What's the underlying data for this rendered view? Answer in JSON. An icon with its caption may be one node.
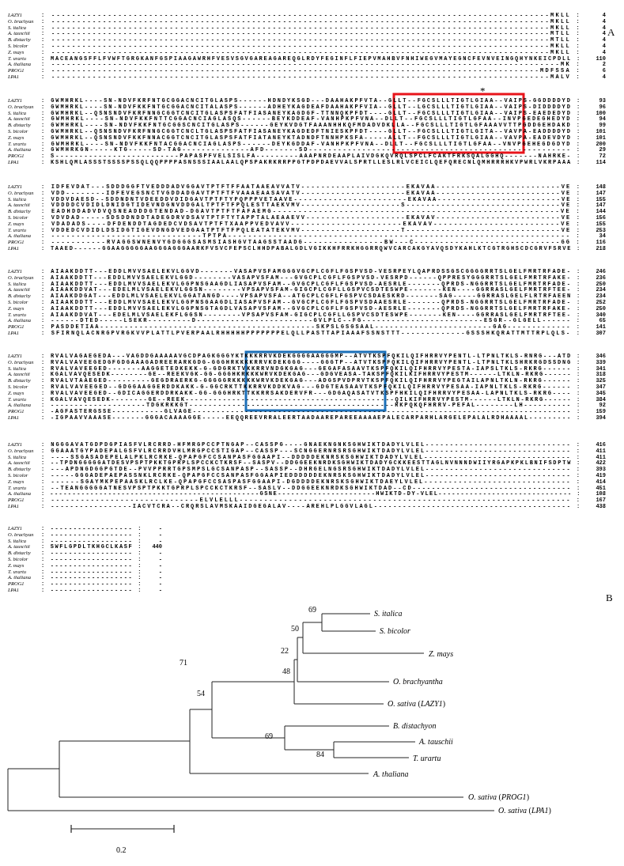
{
  "diagram": {
    "labels": [
      "A",
      "LAZY1",
      ": -------------------------------------------------------------------------------------------------MKLL :",
      "4",
      "O. brachyan",
      ": -------------------------------------------------------------------------------------------------MKLL :",
      "4",
      "S. italica",
      ": -------------------------------------------------------------------------------------------------MKLL :",
      "4",
      "A. tauschii",
      ": -------------------------------------------------------------------------------------------------MTLL :",
      "4",
      "B. distachy",
      ": -------------------------------------------------------------------------------------------------MTLL :",
      "4",
      "S. bicolor",
      ": -------------------------------------------------------------------------------------------------MKLL :",
      "4",
      "Z. mays",
      ": -------------------------------------------------------------------------------------------------MKLL :",
      "4",
      "T. urartu",
      ": MACEANGSFFLFVWFTGRGKANFGSPIAAGAWRHFVESVSGVGAREAGAREQGLRDYFEGINFLFIEPVMAHBVFNHIWEGVMAYEGNCFEVNVEINGQHYNKEICPDLL :",
      "110",
      "A. thaliana",
      ": ---------------------------------------------------------------------------------------------------MK :",
      "2",
      "PROG1",
      ": -----------------------------------------------------------------------------------------------MDFSSA :",
      "6",
      "LPA1",
      ": -------------------------------------------------------------------------------------------------MALV :",
      "4",
      "*",
      "LAZY1",
      ": GWMHRKL----SN-NDVFKRFNTGCGGACNCITGLASPS------HDNDYKSGD---DAAHAKPFVTA--GLLT--FGCSLLLTIGTLGIAA--VAIPS-GGDDDDYD :",
      "93",
      "O. brachyan",
      ": GWMHRKL----SN-NDVFKKFNTGCGGACNCITALASPS------ADHEYKAGDEAFDAAHAKPFVIA--GLLT--LGCSLLLTIGTLGIAA--VAIPS-DIDDDDYD :",
      "96",
      "S. italica",
      ": GWMHRKL--QSNSNDVFKRFNNGCGGTCNCITGLASPSFATFIASANEYKAGDGF-TTNNQKPFDT----GLLT--FGCSLLLTIGTLGIAA--VAIPS-EAEDEDYD :",
      "100",
      "A. tauschii",
      ": GWMHRKL----SN-NDVFKKFNTTCGGACNCIAGLASQS------BEYKDDEAF-VANHPKPFVNA--DLLT--FGCSLLLTIGTLGFAA--INVPGEDEGHEDYD :",
      "94",
      "B. distachy",
      ": GWMHRKL----SN-NDVFKKFNTGCGGSCNCITGLASPS------GEYKVDGTFAAANHHKQFMDADVDKLLA--FGCSLLLTIGTLGFAAAVVTTPGDDGEHDAKD :",
      "99",
      "S. bicolor",
      ": GWMHRKL--QSNSNDVFKRFNNGCGGTCNCLTGLASPSFATFIASANEYKAGDEDFTNIESKPFDT----GLLT--FGCSLLLTIGTLGITA--VAVPA-EADDDDYD :",
      "101",
      "Z. mays",
      ": GWMHRKL--QSNSNDVFKKFNNACGGTCNCITGLASPSFATFIATANEYKTADNDFTNNHPKSFA-----ALLT--FGCSLLLTIGTLGIAA--VAVPA-EADEVDYD :",
      "101",
      "T. urartu",
      ": GWMHRKL----SN-NDVFKKFNTACGGACNCIAGLASPS------DEYKGDDAF-VANHPKPFVNA--DLLT--FGCSLLLTIGTLGFAA--VNVPGEHEGDGDYD :",
      "200",
      "A. thaliana",
      ": GWMHRKGN-----KTG-----SD-TAG--------------AFD-------SD------------------------------------------------------ :",
      "29",
      "PROG1",
      ": S--------------------------PAPASPFVELSISLFA---------AAAPNRDEAAPLAIVDGKQVRQLSPCLFCAKTFRKSQALGGHQ-------NAHRKE- :",
      "72",
      "LPA1",
      ": KSHLQMLASSSTSSSSPSSQLQQPPPPASNSSSIAALAALQPSPAKRKRRPPGTPDPDAEVVALSPRTLLESLRLVCEICLQEFQRECNLQMHRRRHKVPWRLVKRPAAA :",
      "114",
      "LAZY1",
      ": IDFEVDAT---SDDDGGFTVEDDDADVGGAVTPTFTFFAATAAEAVVATV---------------------EKAVAA-------------------------VE :",
      "148",
      "O. brachyan",
      ": VDD--------IDFEVEGSNCTVGDDADGAVTPTFTFVAAAEAASAVATV---------------------EKAVAA-------------------------VE :",
      "147",
      "S. italica",
      ": VDDVDAESD--SDDNDNTVDEEDDVDIDGAVTPTFTYPQPPPVETAAVE-----------------------EKAVAA-------------------------VE :",
      "155",
      "A. tauschii",
      ": VDDDDCVDIDLDNIDGTIDEVNDGNVDDGALTPTFTFPQLESTTAEKVMV--------------------S-------------------------------VE :",
      "147",
      "B. distachy",
      ": EADHDDADVDVQSNEADDDGTENDAD-DGAVTPTFTFAFAEMG--------------------------------------------------------VE :",
      "144",
      "S. bicolor",
      ": VDVDAD-----SDSDDNDDTADEGDRVDSAVTPTFTYTAPPTALAEAAEVV--------------------EKAVAV-------------------------VE :",
      "156",
      "Z. mays",
      ": VDADADS----DFDENDDTAGDEDCVDSAVTPTFTXAAPPVEDVAVV----------------------EKAVAV-------------------------VE :",
      "155",
      "T. urartu",
      ": VDDEDCVDIDLDSIDGTIGEVDNGDVEDGAATPTFTFPQLEATATEKVMV--------------------T-------------------------------VE :",
      "253",
      "A. thaliana",
      ": ------------------------------TPTPA-------------------------------------------------------------------- :",
      "34",
      "PROG1",
      ": -----------RVAGGSWNENVYGDGGGSASMSIASHGVTAAGSSTAADG----------------BW---C-----------------------------GG :",
      "116",
      "LPA1",
      ": TAAED------GGAAGGGGGAAGGGAGGGAARKFVSVCFEPSCLHHDPABALGDLVGIKKHFRRKHGGRRQWVCARCAKGYAVQSDYKAHLKTCGTRGHSCDCGRVFSRVE :",
      "218",
      "LAZY1",
      ": AIAAKDDTT---EDDLMVVSAELEKVLGGVD-------VASAPVSFAMGGGVGCPLCGFLFGSPVSD-VESRPEYLQAPRDSSGSCGGGGRRTSLGELFMRTRFADE- :",
      "246",
      "O. brachyan",
      ": AIAAKDDTT---EDDLMVVSAELEKVLGGD--------VASAPVSFAM---GVGCPLCGFLFGSPVSD-VESRPD------QPPRESYGGGRRTSLGELFMRTRFAKE- :",
      "236",
      "S. italica",
      ": AIAAKDDTT---EDDLMVVSAELEKVLGGPNSGAAGDLIASAPVSFAM--GVGCPLCGFLFGSPVSD-AESRLE-------QPRDS-NGGRRTSLGELFMRTRFADE- :",
      "250",
      "A. tauschii",
      ": AIAAKDDVAT---EDELMLVSAELEKVLGGSN--------VPSAPVSFAM-GIGCPLCGFLLGSPVCSDTESWPE-------KEN----GGRRASLGELFMRTRFTEE- :",
      "234",
      "B. distachy",
      ": AIAAKDDGAT---EDDLMLVSAELEKVLGGATANGD----VPSAPVSFA--ATGCPLCGFLFGSPVCSDAESKRD-------SAG-----GGRRASLGELFLRTRFAEEN :",
      "234",
      "S. bicolor",
      ": AIAAKDDTT---EDDLMVVSAELEKVLGGPNSGAAGDLIASAPVSFAM--GVGCPLCGFLFGSPVSDAAESRLE-------QPRDS-NGGRRTSLGELFMRTRFADE- :",
      "252",
      "Z. mays",
      ": AIAAKDDTT---EDDLMVVSAELEKVLGGPNSGTAGDLVASAPVSFAM--GVGCPLCGFLFGSPVSD-AESRLE-------QPRDS-NGGRRTSLGELFMRTRFAKE- :",
      "250",
      "T. urartu",
      ": AIAAKDDVAT---EDELMLVSAELEKFLGGSN--------VPSAPVSFAM-GIGCPLCGFLLGSPVCSDTESWPE-------KEN----GGRRASLGELFMRTRFTEE- :",
      "340",
      "A. thaliana",
      ": ------DTED-----LSEKR---------D------------------------GVLPLC--FG-------------------------ESGR--GLGELL------ :",
      "65",
      "PROG1",
      ": PASDDETIAA--------------------------------------------SKPSLGSGSAAL------------------------GAG------------- :",
      "141",
      "LPA1",
      ": SFIRNQLACNRGPVRGKVVPLATTLPVERPAALRHHHHHPPPPPPPELQLLPASTTAPIAAAFSSNSTTT-------------GSSSHKQRATTMTTRPLQLS- :",
      "307",
      "LAZY1",
      ": RVALVAGAEGEDA---VAGDDGAAAAAVGCDPAGKGGGYKTKKKRRVKDEKGGGGAAGGGMP--ATVTKSPFQKILQIFHRRVYPENTL-LTPNLTKLS-RNRG---ATD :",
      "346",
      "O. brachyan",
      ": RVALVAVEEGEDGFGDGAAAGADREERARKGDG-GGGHRKKKKRRVKDEKGGG----GGGTP--ATVTKSPFQKILQIFHRRVYPENTL-LTPNLTKLSHRKRGDSSDNG :",
      "339",
      "S. italica",
      ": RVALVAVEEGED-------AAGGETEDKEKK-G-GDGRKTVKKRRVNDGKGAG---GEGAFASAAVTKSPFQKILQIFHRRVYPESTA-IAPSLTKLS-RKRG------ :",
      "341",
      "A. tauschii",
      ": KGALVAVQESEDK--------GE--REEKVGK-GG-GGGHKRKKKWRVKDEKGAG---GDGVEASA-TAKSPFQKILKIFHRRVYPESTM------LTKLN-RKRG------ :",
      "318",
      "B. distachy",
      ": RVALVTAAEGED---------GEGDRAERKG-GGGGGRKKKKKWRVKDEKGAG---ADGSPVDPRVTKSPFQKILQIFHRRVYPEGTAILAPNLTKLN-RKRG------ :",
      "325",
      "S. bicolor",
      ": RVALVAVEEGED--GDGGAAGGERDDKAKK-G-GGCRKTTKKRRVKDDKVAG---GDGTEASAAVTKSPFQKILQIFHRRVYPESAA-IAPNLTKLS-RKRG------ :",
      "347",
      "Z. mays",
      ": RVALVAVEEGED--GDICAGGERDDRKAKK-GG-GGGHRKTTKKRRSAKDERVFR---GDGAQASATVTKSPFHKILQIFHRRVYPESAA-LAPNLTKLS-RKRG---- :",
      "345",
      "T. urartu",
      ": KGALVAVQESEDK--------GE--REEK---------------------------------------------QILKIFHRRVYPESTM------LTKLN-RKRG------ :",
      "384",
      "A. thaliana",
      ": --------------------TDGKRKKGT-------------------------------------------RKPQKQFHRRV-PEFAL--------LH---------- :",
      "92",
      "PROG1",
      ": -AGFASTERGSSE-----------GLVAGE-------------------------------------------------------------------------------- :",
      "159",
      "LPA1",
      ": -IGPAAVVAAASE-------GGGACAAAAGGE-----EEQQREEVRRALEERTAADAAREPAREEAAAAEPALECARPARHLARGELEPALALRDHAAAAL--------- :",
      "394",
      "LAZY1",
      ": NGGGAVATGDPDGPIASFVLRCRRD-HFMRGPCCPTNGAP--CASSPG----GNAEKNGNKSGHWIKTDADYLVLEL------------------------------ :",
      "416",
      "O. brachyan",
      ": GGAAATGYPADEPALGSFVLRCRRDVHLMRGPCCSTIGAP--CASSP---SCNGGERNRSRSGHWIKTDADYLVLEL------------------------------ :",
      "411",
      "S. italica",
      ": ----SSGASADEPELALPKLRCRKE-QPAPGFCCSANPASFGGAAPI--DDDDDEKNRSKSGHWIKTDADYLVLEL------------------------------ :",
      "411",
      "A. tauschii",
      ": --TPDNGGGGGATDESVPSPTPKKTGPRPLSPCCKCTKRSF--SASPV--DDGGEEKNRDKSGHWIKTDADYGCKKEESTTAGLNVNNNDWIIYRGAPKPKLBNIFSDPTW :",
      "422",
      "B. distachy",
      ": ---APDNGDGGPGTDE--PVVPPRRTGPSMPSLGCSANPASP--SASSP--DHRGELNGSRSGHWIKTDADYLVLEL------------------------------ :",
      "393",
      "S. bicolor",
      ": -----GGGADEPAEPASSNKLRCRKE-QPAPGFCCSANPASFGGAAPIEDDDDDDEKNRSKSGHWIKTDADYLVLEL------------------------------ :",
      "419",
      "Z. mays",
      ": ------SGAYMKPEPAASKLRCLKE-QPAPGFCCSASPASFGGAAPI-DGDDDDEKNRSKSGHWIKTDAEYLVLEL------------------------------ :",
      "414",
      "T. urartu",
      ": --TEANGGGGGATNESVPSPTPKKTGPRPLSPCCKCTKRSF--SASLV--DDGGEEKNRDKSGHWIKTDAD--CD--------------------------------- :",
      "451",
      "A. thaliana",
      ": -----------------------------------------------GSNE----------------------HWIKTD-DY-VLEL------------------------------ :",
      "108",
      "PROG1",
      ": ------------------------------ELVLELLL------------------------------------------------------------------- :",
      "167",
      "LPA1",
      ": -----------------IACVTCRA--CRQRSLAVMSKAAIDGEGALAV----AREHLPLGGVLAGL----------------------------------------- :",
      "438",
      "LAZY1",
      ": ------------------ :",
      "-",
      "O. brachyan",
      ": ------------------ :",
      "-",
      "S. italica",
      ": ------------------ :",
      "-",
      "A. tauschii",
      ": SWFLGPDLTKHGCLKASF :",
      "440",
      "B. distachy",
      ": ------------------ :",
      "-",
      "S. bicolor",
      ": ------------------ :",
      "-",
      "Z. mays",
      ": ------------------ :",
      "-",
      "T. urartu",
      ": ------------------ :",
      "-",
      "A. thaliana",
      ": ------------------ :",
      "-",
      "PROG1",
      ": ------------------ :",
      "-",
      "LPA1",
      ": ------------------ :",
      "-",
      "B",
      "69",
      "50",
      "22",
      "48",
      "54",
      "69",
      "84",
      "71",
      "*S. italica*",
      "*S. bicolor*",
      "*Z. mays*",
      "*O. brachyantha*",
      "*O. sativa* (*LAZY1*)",
      "*B. distachyon*",
      "*A. tauschii*",
      "*T. urartu*",
      "*A. thaliana*",
      "*O. sativa* (*PROG1*)",
      "*O. sativa* (*LPA1*)",
      "0.2"
    ]
  }
}
